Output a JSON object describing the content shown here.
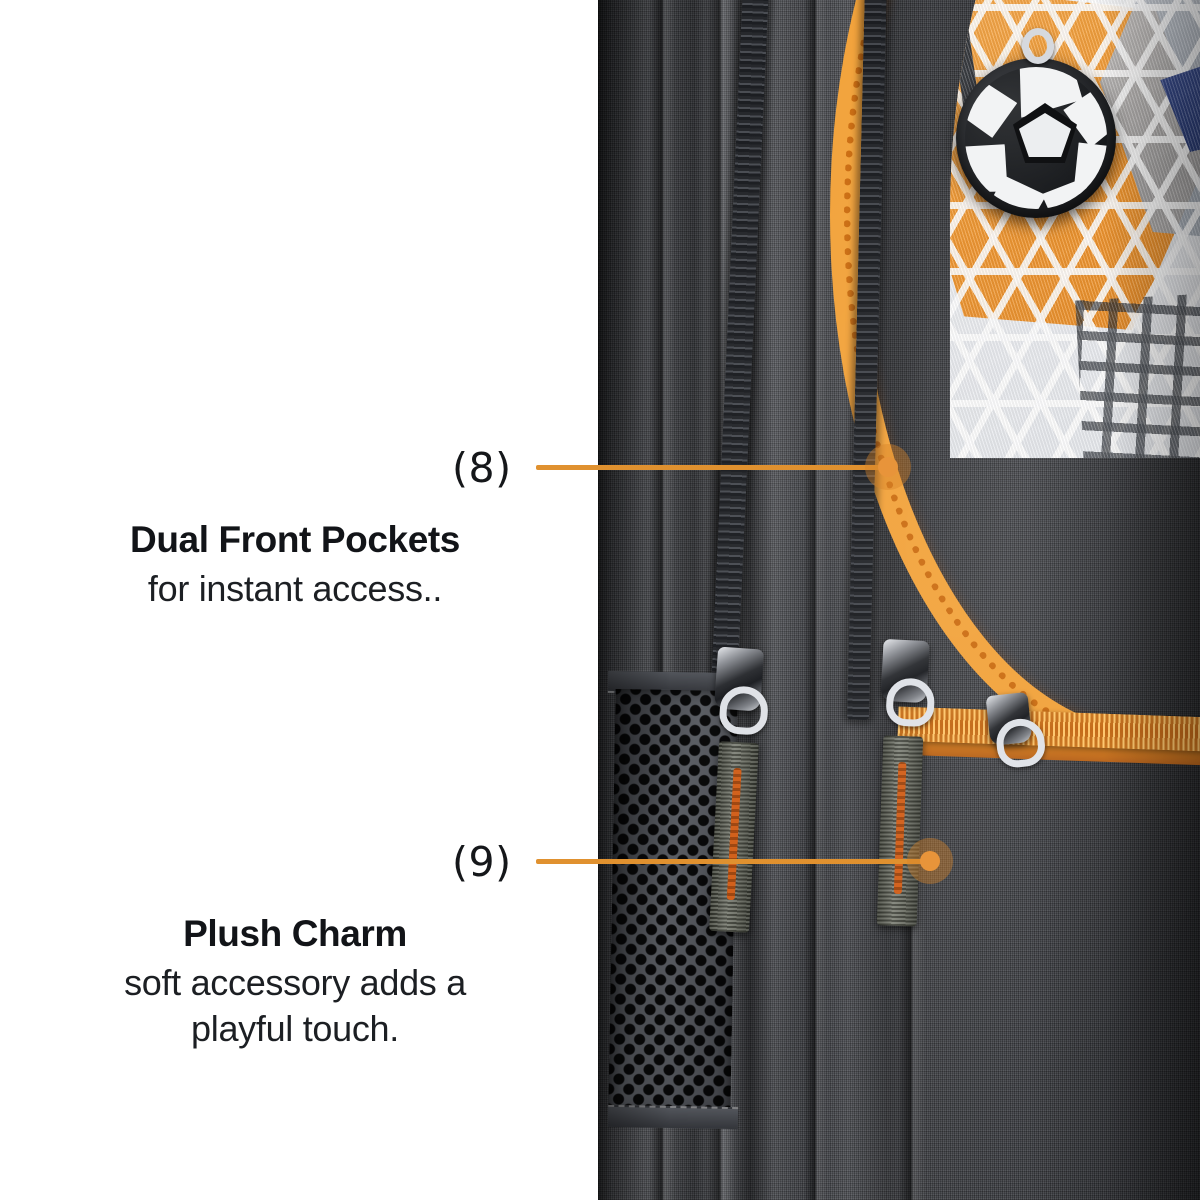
{
  "theme": {
    "background": "#ffffff",
    "accent_orange": "#e0912f",
    "dot_orange": "#e8943a",
    "text_dark": "#121418",
    "fabric_grey": "#4a4c50",
    "zipper_orange": "#f2a33c",
    "navy": "#2d3f78"
  },
  "product_photo": {
    "alt_name": "backpack-front-detail-photo",
    "elements": {
      "grey_zipper_label": "grey-vertical-zipper",
      "orange_zipper_label": "orange-curved-zipper",
      "graphic_panel_label": "printed-hexagon-graphic-panel",
      "mesh_pocket_label": "mesh-side-pocket",
      "charm_label": "soccer-ball-charm",
      "pull_tab_label": "webbing-zipper-pull-tab"
    }
  },
  "callouts": [
    {
      "number": "(8)",
      "title": "Dual Front Pockets",
      "subtitle": "for instant access..",
      "name": "callout-dual-front-pockets"
    },
    {
      "number": "(9)",
      "title": "Plush Charm",
      "subtitle_lines": [
        "soft accessory adds a",
        "playful touch."
      ],
      "subtitle": "soft accessory adds a playful touch.",
      "name": "callout-plush-charm"
    }
  ]
}
